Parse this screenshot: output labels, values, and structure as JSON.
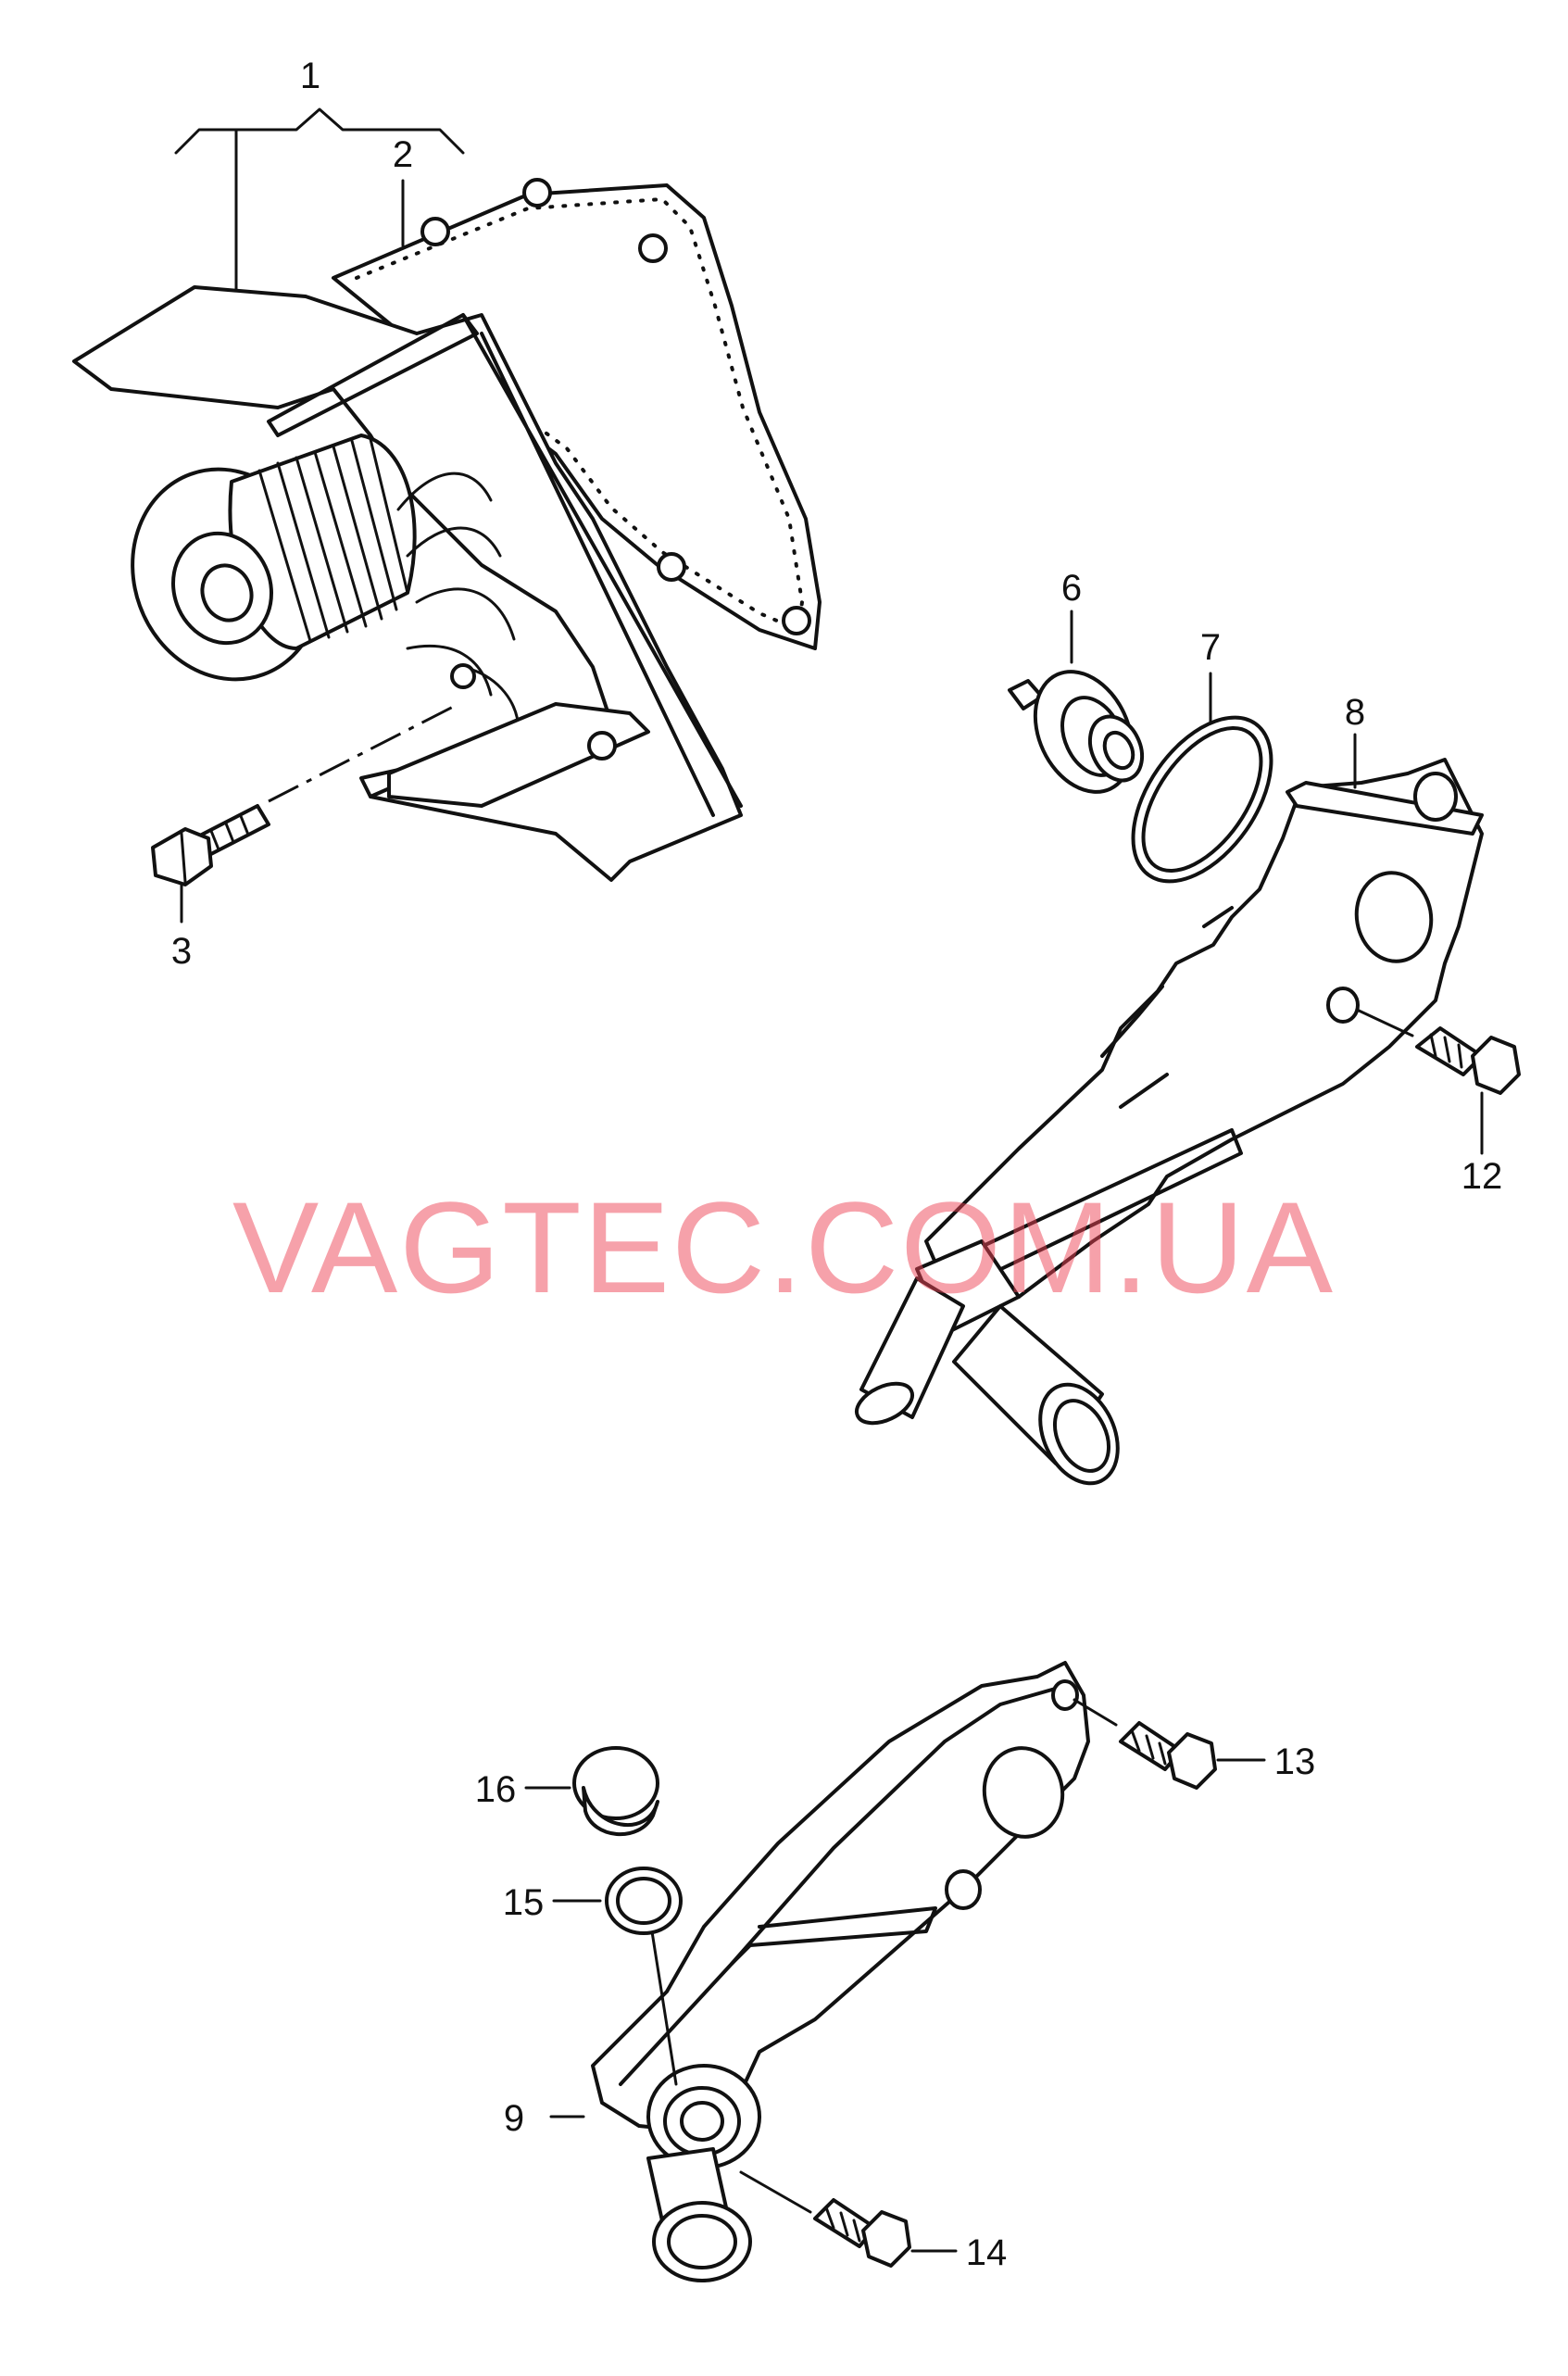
{
  "watermark": "VAGTEC.COM.UA",
  "callouts": [
    {
      "id": "1",
      "label": "1"
    },
    {
      "id": "2",
      "label": "2"
    },
    {
      "id": "3",
      "label": "3"
    },
    {
      "id": "6",
      "label": "6"
    },
    {
      "id": "7",
      "label": "7"
    },
    {
      "id": "8",
      "label": "8"
    },
    {
      "id": "12",
      "label": "12"
    },
    {
      "id": "16",
      "label": "16"
    },
    {
      "id": "15",
      "label": "15"
    },
    {
      "id": "9",
      "label": "9"
    },
    {
      "id": "13",
      "label": "13"
    },
    {
      "id": "14",
      "label": "14"
    }
  ],
  "colors": {
    "ink": "#111111",
    "watermark": "#ee4455",
    "background": "#ffffff"
  }
}
